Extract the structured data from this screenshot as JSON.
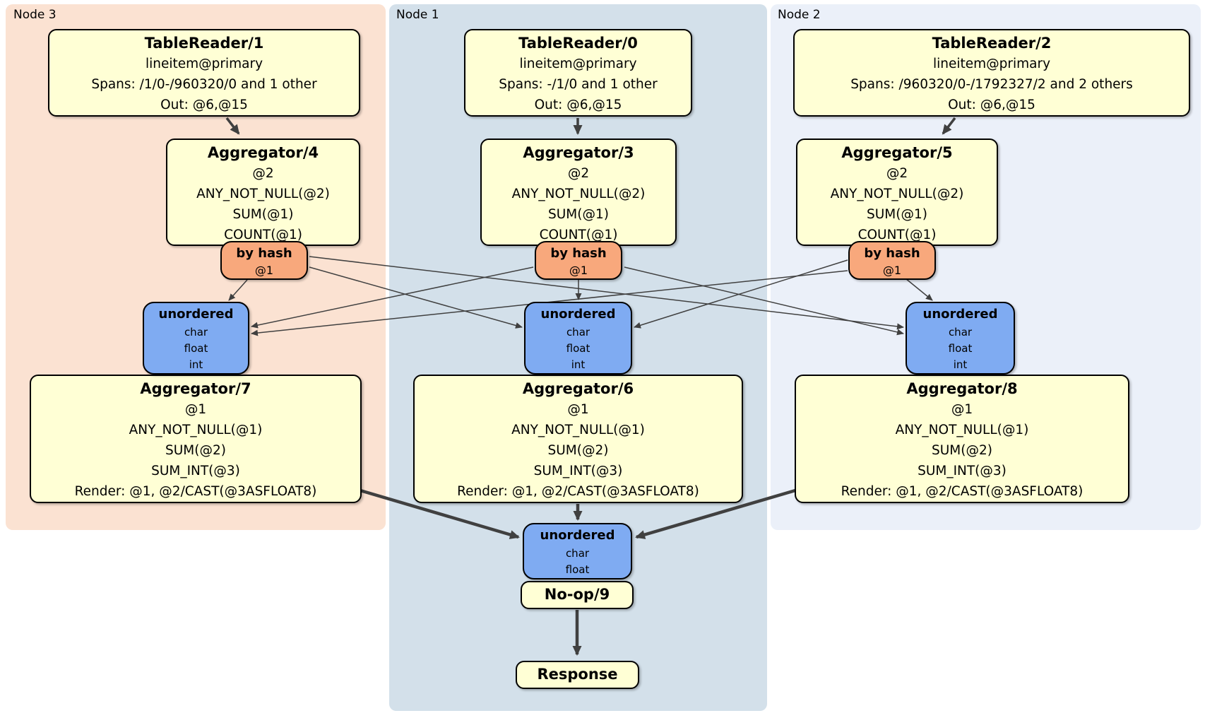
{
  "colors": {
    "node3_bg": "#fbe2d2",
    "node1_bg": "#d3e0ea",
    "node2_bg": "#ebf0f9",
    "box_bg": "#ffffd5",
    "router_bg": "#f8a87c",
    "sync_bg": "#7fabf2",
    "edge": "#404040"
  },
  "node3": {
    "label": "Node 3",
    "tablereader": {
      "title": "TableReader/1",
      "index": "lineitem@primary",
      "spans": "Spans: /1/0-/960320/0 and 1 other",
      "out": "Out: @6,@15"
    },
    "aggregator_top": {
      "title": "Aggregator/4",
      "group": "@2",
      "fn1": "ANY_NOT_NULL(@2)",
      "fn2": "SUM(@1)",
      "fn3": "COUNT(@1)"
    },
    "router": {
      "title": "by hash",
      "key": "@1"
    },
    "sync": {
      "title": "unordered",
      "t1": "char",
      "t2": "float",
      "t3": "int"
    },
    "aggregator_bottom": {
      "title": "Aggregator/7",
      "group": "@1",
      "fn1": "ANY_NOT_NULL(@1)",
      "fn2": "SUM(@2)",
      "fn3": "SUM_INT(@3)",
      "render": "Render: @1, @2/CAST(@3ASFLOAT8)"
    }
  },
  "node1": {
    "label": "Node 1",
    "tablereader": {
      "title": "TableReader/0",
      "index": "lineitem@primary",
      "spans": "Spans: -/1/0 and 1 other",
      "out": "Out: @6,@15"
    },
    "aggregator_top": {
      "title": "Aggregator/3",
      "group": "@2",
      "fn1": "ANY_NOT_NULL(@2)",
      "fn2": "SUM(@1)",
      "fn3": "COUNT(@1)"
    },
    "router": {
      "title": "by hash",
      "key": "@1"
    },
    "sync": {
      "title": "unordered",
      "t1": "char",
      "t2": "float",
      "t3": "int"
    },
    "aggregator_bottom": {
      "title": "Aggregator/6",
      "group": "@1",
      "fn1": "ANY_NOT_NULL(@1)",
      "fn2": "SUM(@2)",
      "fn3": "SUM_INT(@3)",
      "render": "Render: @1, @2/CAST(@3ASFLOAT8)"
    }
  },
  "node2": {
    "label": "Node 2",
    "tablereader": {
      "title": "TableReader/2",
      "index": "lineitem@primary",
      "spans": "Spans: /960320/0-/1792327/2 and 2 others",
      "out": "Out: @6,@15"
    },
    "aggregator_top": {
      "title": "Aggregator/5",
      "group": "@2",
      "fn1": "ANY_NOT_NULL(@2)",
      "fn2": "SUM(@1)",
      "fn3": "COUNT(@1)"
    },
    "router": {
      "title": "by hash",
      "key": "@1"
    },
    "sync": {
      "title": "unordered",
      "t1": "char",
      "t2": "float",
      "t3": "int"
    },
    "aggregator_bottom": {
      "title": "Aggregator/8",
      "group": "@1",
      "fn1": "ANY_NOT_NULL(@1)",
      "fn2": "SUM(@2)",
      "fn3": "SUM_INT(@3)",
      "render": "Render: @1, @2/CAST(@3ASFLOAT8)"
    }
  },
  "final": {
    "sync": {
      "title": "unordered",
      "t1": "char",
      "t2": "float"
    },
    "noop": "No-op/9",
    "response": "Response"
  }
}
